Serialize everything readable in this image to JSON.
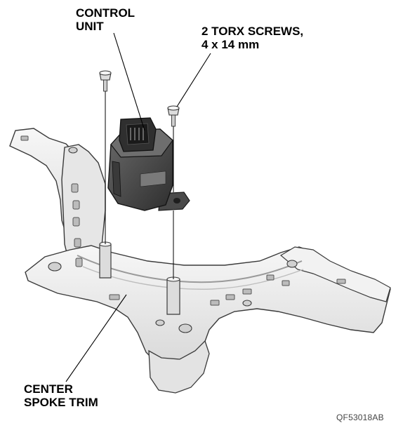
{
  "labels": {
    "control_unit": [
      "CONTROL",
      "UNIT"
    ],
    "torx_screws": [
      "2 TORX SCREWS,",
      "4 x 14 mm"
    ],
    "center_spoke_trim": [
      "CENTER",
      "SPOKE TRIM"
    ]
  },
  "figure_code": "QF53018AB",
  "colors": {
    "background": "#ffffff",
    "trim_fill": "#ececec",
    "trim_shadow": "#bdbdbd",
    "trim_outline": "#3a3a3a",
    "control_unit_body": "#3c3c3c",
    "control_unit_face": "#565656",
    "leader_line": "#000000"
  }
}
